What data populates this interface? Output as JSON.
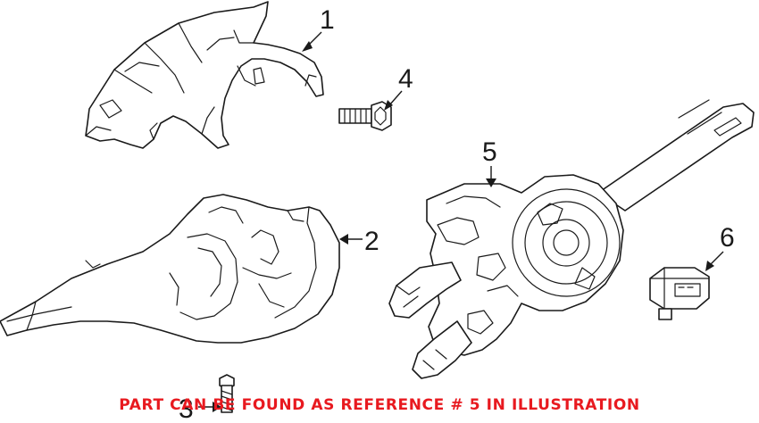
{
  "callouts": [
    {
      "number": "1"
    },
    {
      "number": "2"
    },
    {
      "number": "3"
    },
    {
      "number": "4"
    },
    {
      "number": "5"
    },
    {
      "number": "6"
    }
  ],
  "parts": [
    {
      "icon": "upper-steering-column-cover-icon"
    },
    {
      "icon": "lower-steering-column-cover-icon"
    },
    {
      "icon": "lower-cover-screw-icon"
    },
    {
      "icon": "upper-cover-bolt-icon"
    },
    {
      "icon": "combination-switch-icon"
    },
    {
      "icon": "switch-connector-icon"
    }
  ],
  "banner": {
    "text": "PART CAN BE FOUND AS REFERENCE # 5 IN ILLUSTRATION",
    "color": "#e8191f"
  },
  "colors": {
    "line": "#1a1a1a",
    "background": "#ffffff"
  }
}
